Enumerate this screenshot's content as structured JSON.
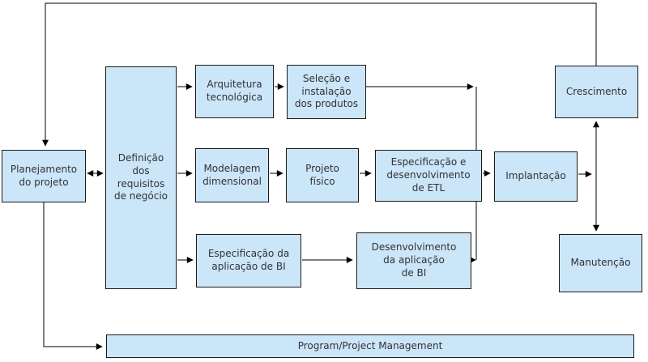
{
  "colors": {
    "bg": "#ffffff",
    "box_fill": "#cbe5f9",
    "box_border": "#1a1a1a",
    "line_color": "#000000",
    "text_color": "#333333"
  },
  "boxes": {
    "planejamento": {
      "label": "Planejamento\ndo projeto"
    },
    "definicao": {
      "label": "Definição\ndos\nrequisitos\nde negócio"
    },
    "arquitetura": {
      "label": "Arquitetura\ntecnológica"
    },
    "selecao": {
      "label": "Seleção e\ninstalação\ndos produtos"
    },
    "modelagem": {
      "label": "Modelagem\ndimensional"
    },
    "projeto_fisico": {
      "label": "Projeto\nfísico"
    },
    "etl": {
      "label": "Especificação e\ndesenvolvimento\nde ETL"
    },
    "implantacao": {
      "label": "Implantação"
    },
    "crescimento": {
      "label": "Crescimento"
    },
    "manutencao": {
      "label": "Manutenção"
    },
    "especificacao_bi": {
      "label": "Especificação da\naplicação de BI"
    },
    "desenvolvimento_bi": {
      "label": "Desenvolvimento\nda aplicação\nde BI"
    },
    "program_bar": {
      "label": "Program/Project Management"
    }
  }
}
